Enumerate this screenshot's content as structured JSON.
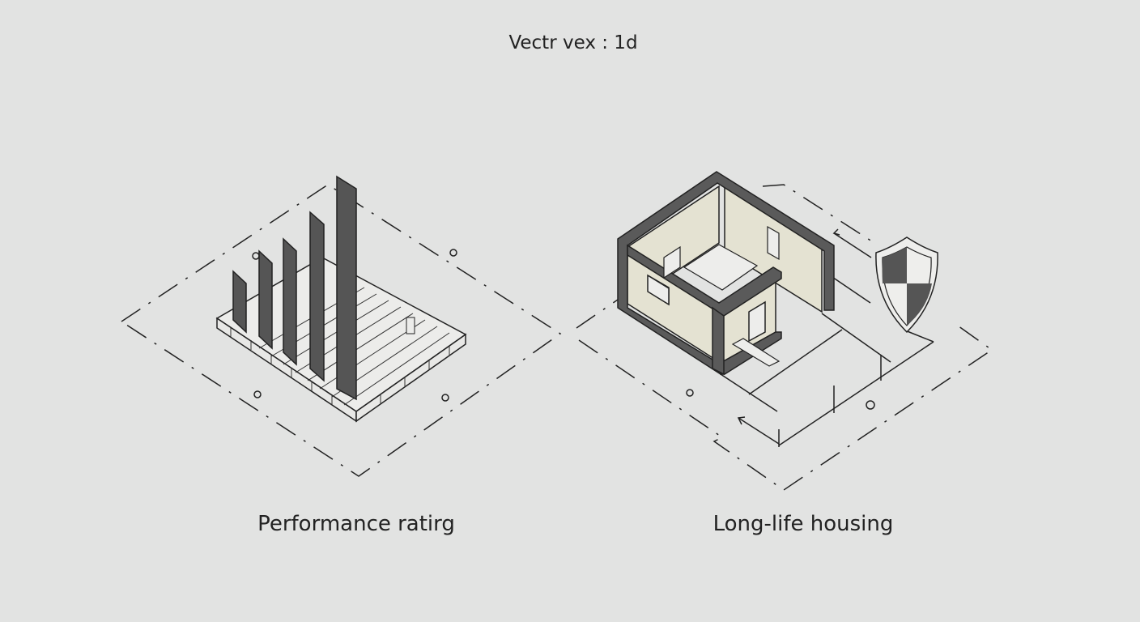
{
  "title": "Vectr vex : 1d",
  "left_panel": {
    "label": "Performance ratirg",
    "icon": "isometric-bar-chart-on-platform"
  },
  "right_panel": {
    "label": "Long-life housing",
    "icon": "isometric-house-with-shield"
  },
  "colors": {
    "background": "#e2e3e2",
    "bars": "#555555",
    "walls": "#5a5a5a",
    "wall_face": "#e4e2d2",
    "line": "#222222"
  }
}
